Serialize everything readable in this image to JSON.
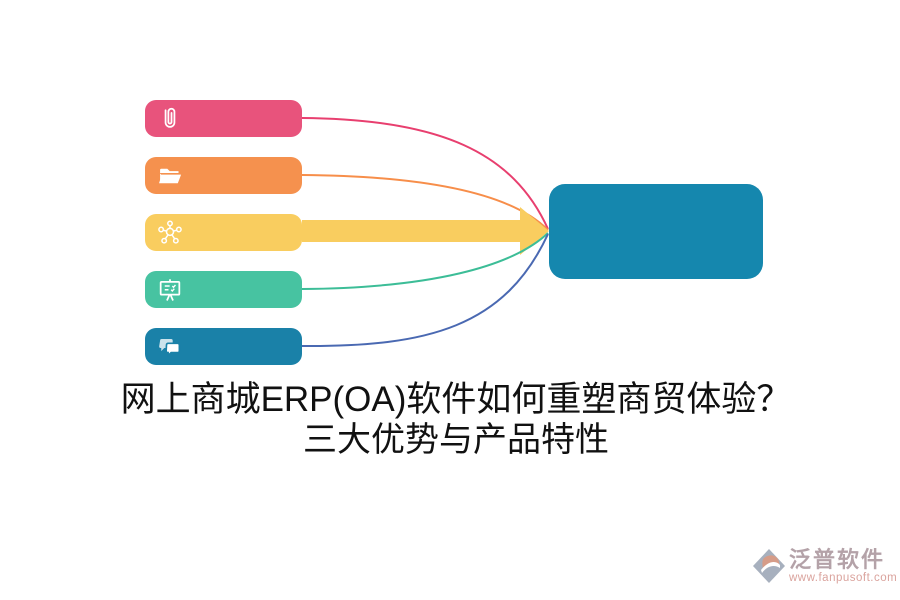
{
  "page": {
    "background": "#ffffff"
  },
  "title": {
    "line1": "网上商城ERP(OA)软件如何重塑商贸体验？",
    "line2": "三大优势与产品特性",
    "color": "#111111"
  },
  "diagram": {
    "items": [
      {
        "icon": "paperclip-icon",
        "bar_color": "#e8537c",
        "line_color": "#e83f6f"
      },
      {
        "icon": "open-folder-icon",
        "bar_color": "#f5914e",
        "line_color": "#f78e4a"
      },
      {
        "icon": "network-nodes-icon",
        "bar_color": "#f9cd5f",
        "line_color": "#f9cd5f",
        "emphasis": true
      },
      {
        "icon": "presentation-board-icon",
        "bar_color": "#47c3a1",
        "line_color": "#3cbd97"
      },
      {
        "icon": "chat-bubbles-icon",
        "bar_color": "#1a81a8",
        "line_color": "#4a69b2"
      }
    ],
    "target": {
      "color": "#1587ae"
    },
    "arrow_color": "#f9cd5f",
    "icon_color": "#ffffff"
  },
  "watermark": {
    "brand": "泛普软件",
    "url": "www.fanpusoft.com",
    "brand_color": "#a8929a",
    "url_color": "#d4938c",
    "logo_gray": "#98a3b3",
    "logo_coral": "#d08b74"
  }
}
